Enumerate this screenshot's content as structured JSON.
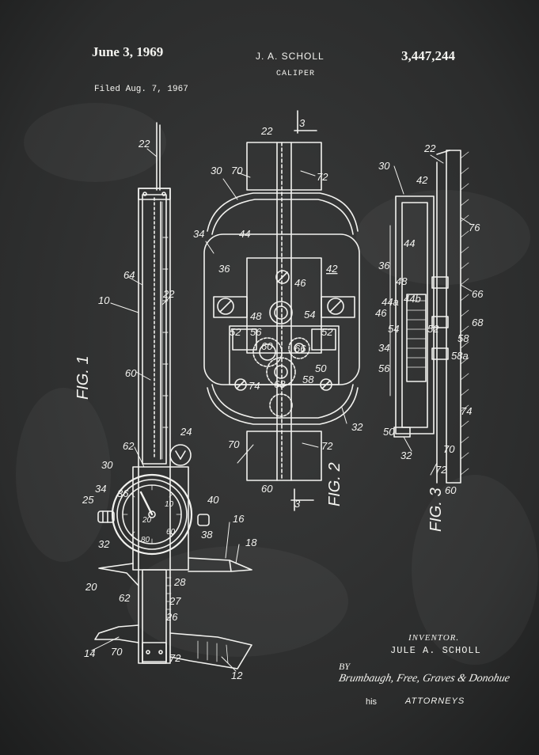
{
  "header": {
    "date": "June 3, 1969",
    "inventor_short": "J. A. SCHOLL",
    "title": "CALIPER",
    "patent_number": "3,447,244",
    "filed": "Filed Aug. 7, 1967"
  },
  "figures": {
    "fig1": "FIG. 1",
    "fig2": "FIG. 2",
    "fig3": "FIG. 3"
  },
  "footer": {
    "inventor_label": "INVENTOR.",
    "inventor_name": "JULE A. SCHOLL",
    "by": "BY",
    "signature": "Brumbaugh, Free, Graves & Donohue",
    "his": "his",
    "attorneys": "ATTORNEYS"
  },
  "colors": {
    "background": "#2b2c2c",
    "ink": "#f2f2ef"
  }
}
